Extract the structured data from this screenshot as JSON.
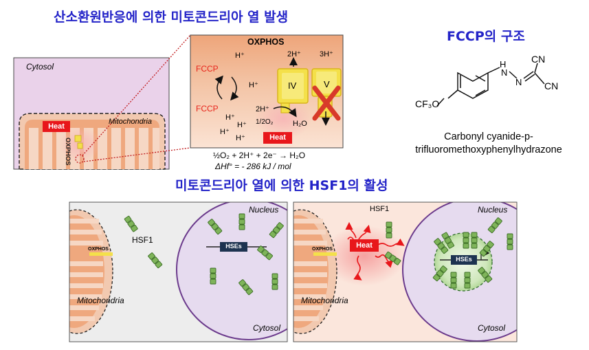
{
  "titles": {
    "redox_heat": "산소환원반응에 의한 미토콘드리아 열 발생",
    "fccp_structure": "FCCP의 구조",
    "hsf1_activation": "미토콘드리아 열에 의한 HSF1의 활성"
  },
  "cell_panel": {
    "cytosol": "Cytosol",
    "mitochondria": "Mitochondria",
    "heat": "Heat",
    "oxphos": "OXPHOS"
  },
  "oxphos_zoom": {
    "title": "OXPHOS",
    "fccp": "FCCP",
    "h_plus": "H⁺",
    "two_h_plus": "2H⁺",
    "three_h_plus": "3H⁺",
    "half_o2": "1/2O₂",
    "h2o": "H₂O",
    "complex_iv": "IV",
    "complex_v": "V",
    "heat": "Heat"
  },
  "equation": {
    "reaction": "½O₂ + 2H⁺ + 2e⁻ → H₂O",
    "enthalpy": "ΔHf° = - 286 kJ / mol"
  },
  "fccp": {
    "cn_top": "CN",
    "cn_bottom": "CN",
    "cf3o": "CF₃O",
    "nh": "H",
    "n1": "N",
    "n2": "N",
    "name_line1": "Carbonyl cyanide-p-",
    "name_line2": "trifluoromethoxyphenylhydrazone"
  },
  "lower_left": {
    "nucleus": "Nucleus",
    "hsf1": "HSF1",
    "oxphos": "OXPHOS",
    "hses": "HSEs",
    "mitochondria": "Mitochondria",
    "cytosol": "Cytosol"
  },
  "lower_right": {
    "nucleus": "Nucleus",
    "hsf1": "HSF1",
    "oxphos": "OXPHOS",
    "heat": "Heat",
    "hses": "HSEs",
    "mitochondria": "Mitochondria",
    "cytosol": "Cytosol"
  },
  "colors": {
    "title_blue": "#2323c8",
    "fccp_red": "#e8231a",
    "heat_red": "#e8171b",
    "mito_orange": "#efa87e",
    "cytosol_pink": "#ead2ea",
    "nucleus_purple": "#e6dbef",
    "complex_yellow": "#f4e04a",
    "hsf1_green": "#7fb45a"
  }
}
